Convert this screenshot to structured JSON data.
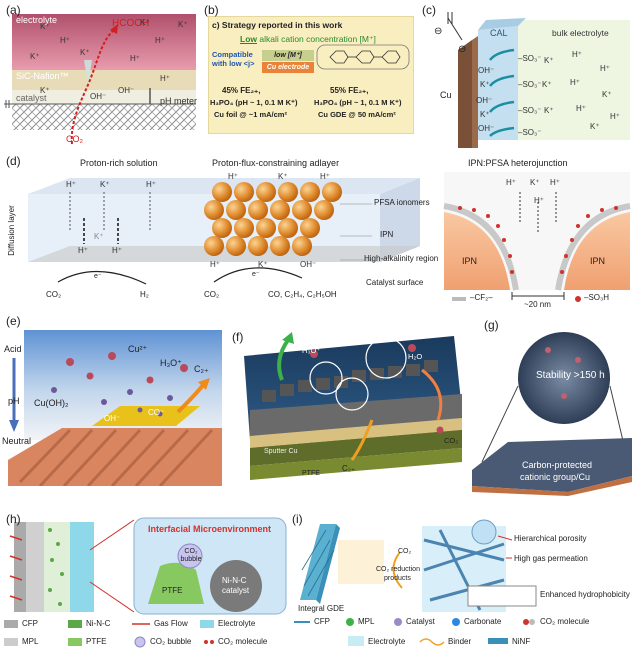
{
  "panel_labels": {
    "a": "(a)",
    "b": "(b)",
    "c": "(c)",
    "d": "(d)",
    "e": "(e)",
    "f": "(f)",
    "g": "(g)",
    "h": "(h)",
    "i": "(i)"
  },
  "a": {
    "electrolyte": "electrolyte",
    "membrane": "SiC-Nafion™",
    "catalyst": "catalyst",
    "ph_meter": "pH meter",
    "product": "HCOOH",
    "reactant": "CO₂",
    "ions": {
      "k": "K⁺",
      "h": "H⁺",
      "oh": "OH⁻"
    }
  },
  "b": {
    "heading": "c)  Strategy reported in this work",
    "low_word": "Low",
    "heading_rest": " alkali cation concentration [M⁺]",
    "compatible": "Compatible with low <j>",
    "box_low": "low [M⁺]",
    "box_cu": "Cu electrode",
    "left_fe": "45%  FE₂₊,",
    "left_cond": "H₃PO₄ (pH ~ 1, 0.1 M K⁺)",
    "left_cat": "Cu foil @ ~1 mA/cm²",
    "right_fe": "55%  FE₂₊,",
    "right_cond": "H₃PO₄ (pH ~ 1, 0.1 M K⁺)",
    "right_cat": "Cu GDE @ 50 mA/cm²"
  },
  "c": {
    "cal": "CAL",
    "bulk": "bulk electrolyte",
    "cu": "Cu",
    "so3": "–SO₃⁻",
    "k": "K⁺",
    "h": "H⁺",
    "oh": "OH⁻",
    "minus": "⊖"
  },
  "d": {
    "title_left": "Proton-rich solution",
    "title_mid": "Proton-flux-constraining adlayer",
    "title_right": "IPN:PFSA heterojunction",
    "diffusion": "Diffusion layer",
    "pfsa": "PFSA ionomers",
    "ipn": "IPN",
    "high_alk": "High-alkalinity region",
    "cat_surface": "Catalyst surface",
    "co2": "CO₂",
    "h2": "H₂",
    "products": "CO, C₂H₄, C₂H₅OH",
    "electron": "e⁻",
    "h": "H⁺",
    "k": "K⁺",
    "oh": "OH⁻",
    "ipn_left": "IPN",
    "ipn_right": "IPN",
    "cf2": "–CF₂–",
    "scale": "~20 nm",
    "so3h": "–SO₃H"
  },
  "e": {
    "acid": "Acid",
    "ph": "pH",
    "neutral": "Neutral",
    "cu2": "Cu²⁺",
    "h3o": "H₃O⁺",
    "cuoh": "Cu(OH)₂",
    "c2": "C₂₊",
    "oh": "OH⁻",
    "co": "CO⁻"
  },
  "f": {
    "h3o": "H₃O⁺",
    "h2o": "H₂O",
    "cr": "CO₂",
    "c2": "C₂₊",
    "sputter": "Sputter Cu",
    "ptfe": "PTFE"
  },
  "g": {
    "stability": "Stability >150 h",
    "caption1": "Carbon-protected",
    "caption2": "cationic group/Cu"
  },
  "h": {
    "title": "Interfacial Microenvironment",
    "bubble": "CO₂ bubble",
    "ptfe": "PTFE",
    "catalyst1": "Ni-N-C",
    "catalyst2": "catalyst",
    "legend": [
      "CFP",
      "Ni-N-C",
      "Gas Flow",
      "Electrolyte",
      "MPL",
      "PTFE",
      "CO₂ bubble",
      "CO₂ molecule"
    ]
  },
  "i": {
    "co2": "CO₂",
    "products1": "CO₂ reduction",
    "products2": "products",
    "integral": "Integral GDE",
    "hier": "Hierarchical porosity",
    "gas": "High gas permeation",
    "hydro": "Enhanced hydrophobicity",
    "legend": [
      "CFP",
      "MPL",
      "Catalyst",
      "Carbonate",
      "CO₂ molecule",
      "Electrolyte",
      "Binder",
      "NiNF"
    ]
  },
  "colors": {
    "electrolyte_top": "#b2506a",
    "cu_orange": "#f0a050",
    "pfsa_red": "#d0322c",
    "ph_arrow": "#4a6fb8",
    "green_ptfe": "#88c860",
    "cyan": "#8fd8ea"
  }
}
